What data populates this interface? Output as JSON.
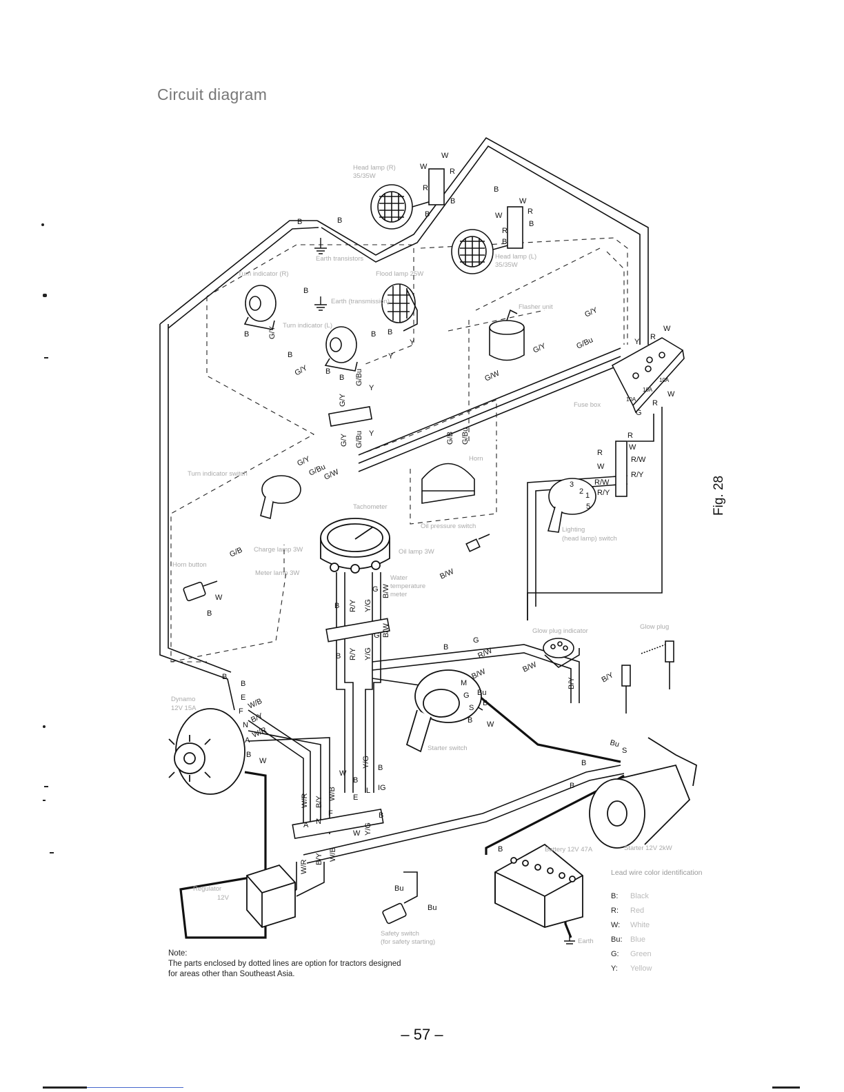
{
  "page": {
    "title": "Circuit diagram",
    "figure_label": "Fig. 28",
    "page_number": "– 57 –"
  },
  "components": {
    "head_lamp_r": "Head lamp (R)",
    "head_lamp_r_rating": "35/35W",
    "head_lamp_l": "Head lamp (L)",
    "head_lamp_l_rating": "35/35W",
    "earth_transistors": "Earth transistors",
    "turn_indicator_r": "Turn indicator (R)",
    "flood_lamp": "Flood lamp 25W",
    "earth_transmission": "Earth (transmission)",
    "turn_indicator_l": "Turn indicator (L)",
    "flasher_unit": "Flasher unit",
    "fuse_box": "Fuse box",
    "horn": "Horn",
    "turn_indicator_switch": "Turn indicator switch",
    "tachometer": "Tachometer",
    "oil_pressure_switch": "Oil pressure switch",
    "lighting_switch_line1": "Lighting",
    "lighting_switch_line2": "(head lamp) switch",
    "horn_button": "Horn button",
    "charge_lamp": "Charge lamp 3W",
    "oil_lamp": "Oil lamp 3W",
    "meter_lamp": "Meter lamp 3W",
    "water_temp_line1": "Water",
    "water_temp_line2": "temperature",
    "water_temp_line3": "meter",
    "glow_plug_indicator": "Glow plug indicator",
    "glow_plug": "Glow plug",
    "dynamo_line1": "Dynamo",
    "dynamo_line2": "12V 15A",
    "starter_switch": "Starter switch",
    "regulator_line1": "Regulator",
    "regulator_line2": "12V",
    "battery": "Battery 12V 47A",
    "starter": "Starter 12V 2kW",
    "safety_switch_line1": "Safety switch",
    "safety_switch_line2": "(for safety starting)",
    "earth": "Earth",
    "fuse_10a": "10A"
  },
  "wire_labels": {
    "W": "W",
    "R": "R",
    "B": "B",
    "Bu": "Bu",
    "G": "G",
    "Y": "Y",
    "GY": "G/Y",
    "GBu": "G/Bu",
    "GW": "G/W",
    "GB": "G/B",
    "RW": "R/W",
    "RY": "R/Y",
    "BW": "B/W",
    "BY": "B/Y",
    "YG": "Y/G",
    "WB": "W/B",
    "WR": "W/R",
    "E": "E",
    "F": "F",
    "N": "N",
    "A": "A",
    "L": "L",
    "IG": "IG",
    "M": "M",
    "S": "S",
    "n1": "1",
    "n2": "2",
    "n3": "3",
    "n5": "5"
  },
  "note": {
    "heading": "Note:",
    "line1": "The parts enclosed by dotted lines are option for tractors designed",
    "line2": "for areas other than Southeast Asia."
  },
  "legend": {
    "title": "Lead wire color identification",
    "items": [
      {
        "code": "B:",
        "name": "Black"
      },
      {
        "code": "R:",
        "name": "Red"
      },
      {
        "code": "W:",
        "name": "White"
      },
      {
        "code": "Bu:",
        "name": "Blue"
      },
      {
        "code": "G:",
        "name": "Green"
      },
      {
        "code": "Y:",
        "name": "Yellow"
      }
    ]
  }
}
